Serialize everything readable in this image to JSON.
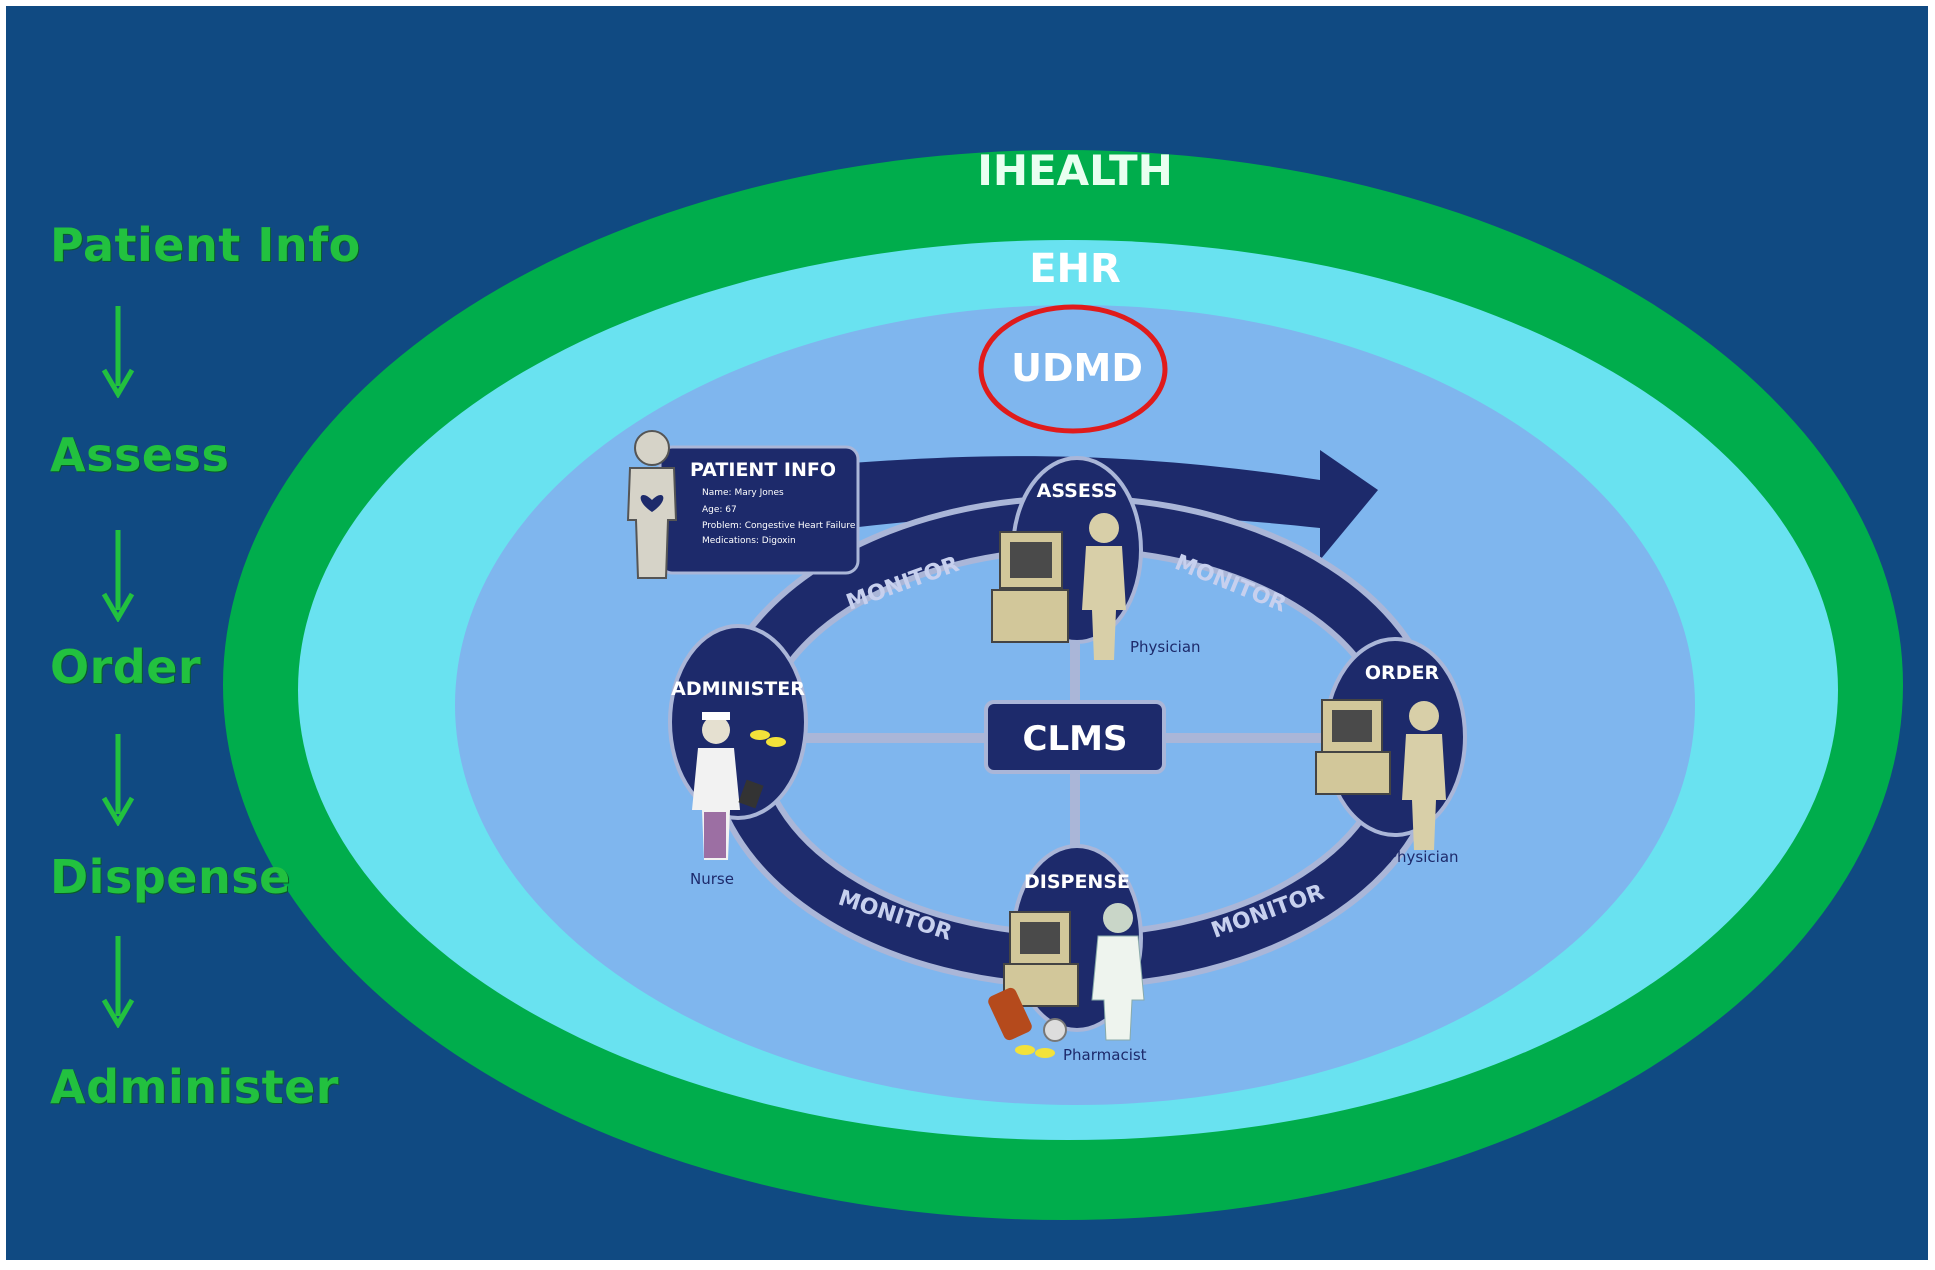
{
  "layers": {
    "outer": "IHEALTH",
    "middle": "EHR",
    "highlight": "UDMD"
  },
  "flow_steps": [
    "Patient Info",
    "Assess",
    "Order",
    "Dispense",
    "Administer"
  ],
  "cycle": {
    "center": "CLMS",
    "stages": {
      "assess": "ASSESS",
      "order": "ORDER",
      "dispense": "DISPENSE",
      "administer": "ADMINISTER"
    },
    "monitor_label": "MONITOR",
    "roles": {
      "assess": "Physician",
      "order": "Physician",
      "dispense": "Pharmacist",
      "administer": "Nurse"
    }
  },
  "patient_card": {
    "title": "PATIENT INFO",
    "lines": [
      "Name: Mary Jones",
      "Age: 67",
      "Problem: Congestive Heart Failure",
      "Medications: Digoxin"
    ]
  },
  "colors": {
    "background": "#104a82",
    "ihealth_ring": "#00ad4c",
    "ehr_ring": "#69e2f0",
    "inner_field": "#7fb6ee",
    "cycle_band": "#1d2a6b",
    "highlight_circle": "#e01b1b",
    "flow_text": "#22c13f"
  }
}
